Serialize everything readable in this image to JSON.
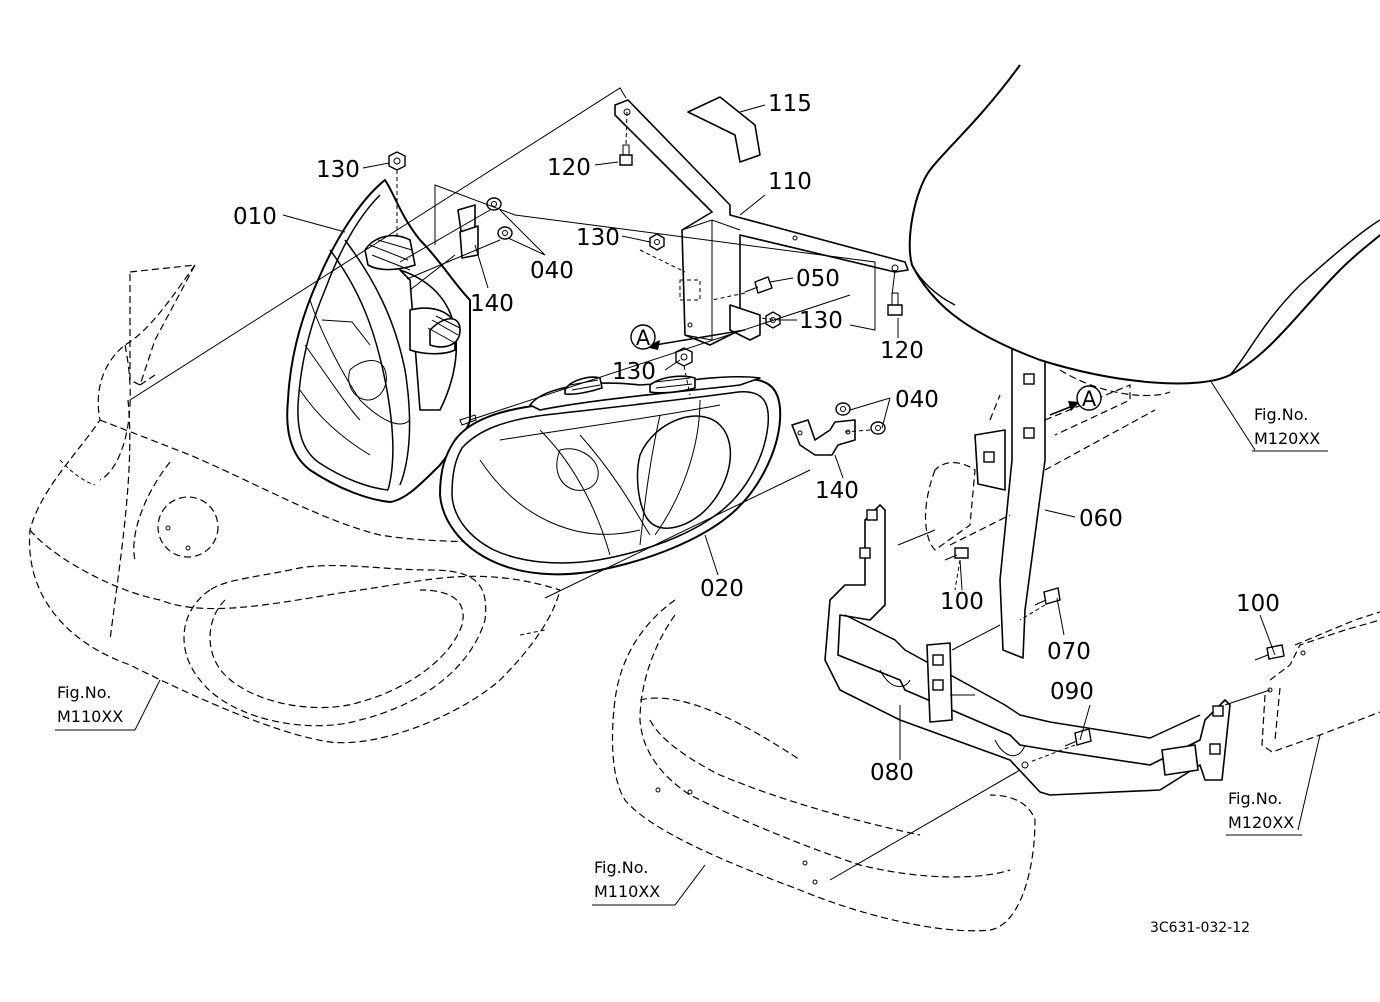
{
  "part_labels": {
    "p115": "115",
    "p120a": "120",
    "p110": "110",
    "p130a": "130",
    "p010": "010",
    "p130b": "130",
    "p040a": "040",
    "p050": "050",
    "p140a": "140",
    "p130c": "130",
    "p120b": "120",
    "p130d": "130",
    "p040b": "040",
    "p140b": "140",
    "p060": "060",
    "p020": "020",
    "p100a": "100",
    "p070": "070",
    "p100b": "100",
    "p090": "090",
    "p080": "080"
  },
  "view_markers": {
    "a1": "A",
    "a2": "A"
  },
  "figure_refs": {
    "left_prefix": "Fig.No.",
    "left_code": "M110XX",
    "bottom_prefix": "Fig.No.",
    "bottom_code": "M110XX",
    "top_right_prefix": "Fig.No.",
    "top_right_code": "M120XX",
    "bottom_right_prefix": "Fig.No.",
    "bottom_right_code": "M120XX"
  },
  "drawing_number": "3C631-032-12"
}
